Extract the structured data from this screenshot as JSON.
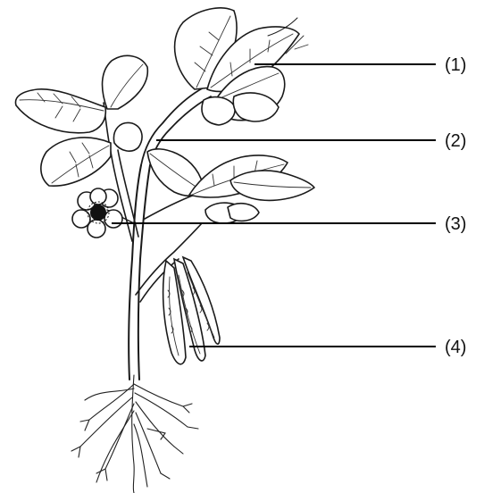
{
  "labels": [
    {
      "id": "1",
      "text": "(1)"
    },
    {
      "id": "2",
      "text": "(2)"
    },
    {
      "id": "3",
      "text": "(3)"
    },
    {
      "id": "4",
      "text": "(4)"
    }
  ]
}
